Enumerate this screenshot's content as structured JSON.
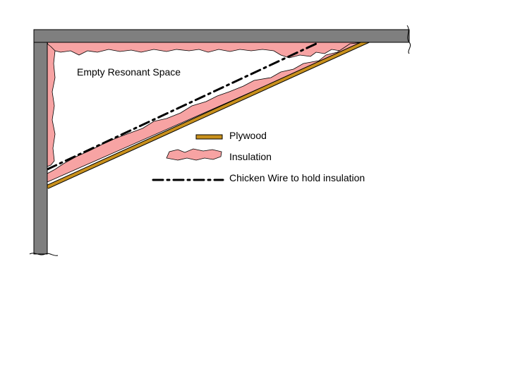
{
  "labels": {
    "cavity": "Empty Resonant Space"
  },
  "legend": {
    "items": [
      {
        "label": "Plywood",
        "icon": "plywood-swatch"
      },
      {
        "label": "Insulation",
        "icon": "insulation-swatch"
      },
      {
        "label": "Chicken Wire to hold insulation",
        "icon": "chicken-wire-swatch"
      }
    ]
  },
  "colors": {
    "wall": "#7f7f7f",
    "insulation": "#f7a3a3",
    "plywood": "#c8901c",
    "chicken_wire": "#000000",
    "background": "#ffffff"
  }
}
